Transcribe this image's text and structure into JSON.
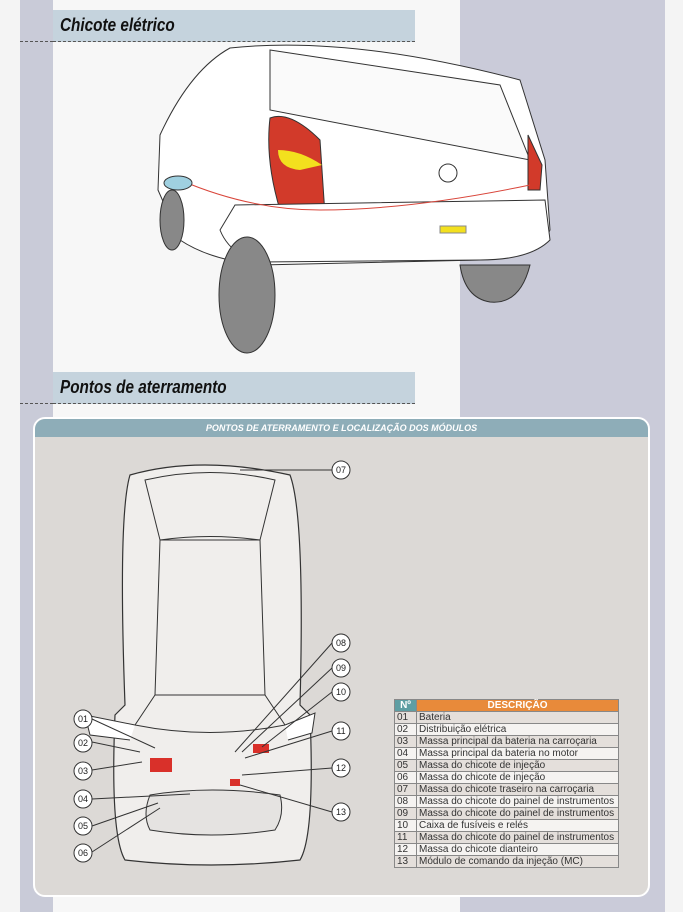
{
  "sections": [
    {
      "title": "Chicote elétrico"
    },
    {
      "title": "Pontos de aterramento"
    }
  ],
  "panel": {
    "title": "PONTOS DE ATERRAMENTO E LOCALIZAÇÃO DOS MÓDULOS"
  },
  "table": {
    "headers": {
      "number": "Nº",
      "description": "DESCRIÇÃO"
    },
    "rows": [
      {
        "n": "01",
        "d": "Bateria"
      },
      {
        "n": "02",
        "d": "Distribuição elétrica"
      },
      {
        "n": "03",
        "d": "Massa principal da bateria na carroçaria"
      },
      {
        "n": "04",
        "d": "Massa principal da bateria no motor"
      },
      {
        "n": "05",
        "d": "Massa do chicote de injeção"
      },
      {
        "n": "06",
        "d": "Massa do chicote de injeção"
      },
      {
        "n": "07",
        "d": "Massa do chicote traseiro na carroçaria"
      },
      {
        "n": "08",
        "d": "Massa do chicote do painel de instrumentos"
      },
      {
        "n": "09",
        "d": "Massa do chicote do painel de instrumentos"
      },
      {
        "n": "10",
        "d": "Caixa de fusíveis e relés"
      },
      {
        "n": "11",
        "d": "Massa do chicote do painel de instrumentos"
      },
      {
        "n": "12",
        "d": "Massa do chicote dianteiro"
      },
      {
        "n": "13",
        "d": "Módulo de comando da injeção (MC)"
      }
    ]
  },
  "colors": {
    "harness": "#d9453a",
    "accent": "#e88a3a",
    "teal": "#5e9ea3"
  }
}
